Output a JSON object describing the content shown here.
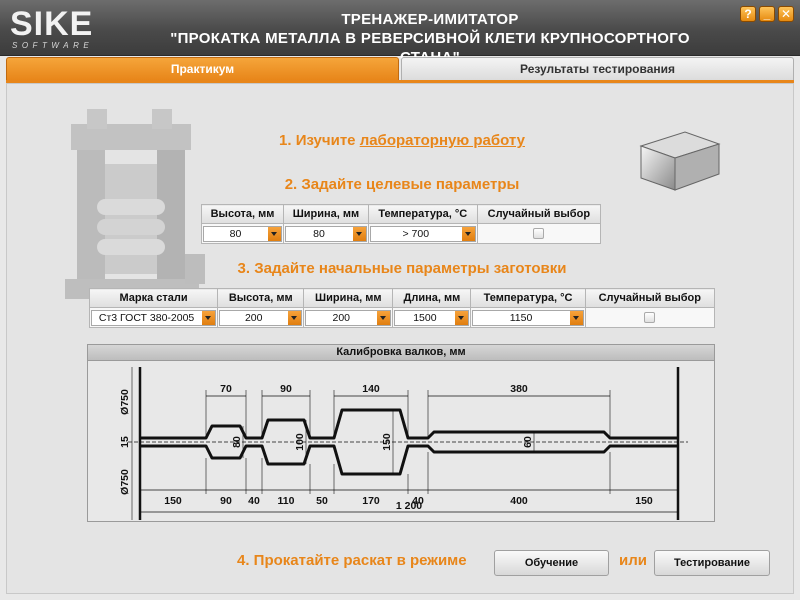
{
  "window": {
    "logo_main": "SIKE",
    "logo_sub": "SOFTWARE",
    "title_line1": "ТРЕНАЖЕР-ИМИТАТОР",
    "title_line2": "\"ПРОКАТКА МЕТАЛЛА В РЕВЕРСИВНОЙ КЛЕТИ КРУПНОСОРТНОГО СТАНА\"",
    "btn_help": "?",
    "btn_min": "_",
    "btn_close": "✕"
  },
  "tabs": [
    {
      "label": "Практикум",
      "active": true
    },
    {
      "label": "Результаты тестирования",
      "active": false
    }
  ],
  "step1": {
    "prefix": "1. Изучите ",
    "link": "лабораторную работу"
  },
  "step2": {
    "title": "2. Задайте целевые параметры",
    "headers": [
      "Высота, мм",
      "Ширина, мм",
      "Температура, °C",
      "Случайный выбор"
    ],
    "values": [
      "80",
      "80",
      "> 700"
    ]
  },
  "step3": {
    "title": "3. Задайте начальные параметры заготовки",
    "headers": [
      "Марка стали",
      "Высота, мм",
      "Ширина, мм",
      "Длина, мм",
      "Температура, °C",
      "Случайный выбор"
    ],
    "values": [
      "Ст3 ГОСТ 380-2005",
      "200",
      "200",
      "1500",
      "1150"
    ]
  },
  "diagram": {
    "title": "Калибровка валков, мм",
    "top_widths": [
      "70",
      "90",
      "140",
      "380"
    ],
    "heights": [
      "80",
      "100",
      "150",
      "60"
    ],
    "left_labels": [
      "Ø750",
      "15",
      "Ø750"
    ],
    "bottom_segments": [
      "150",
      "90",
      "40",
      "110",
      "50",
      "170",
      "40",
      "400",
      "150"
    ],
    "total": "1 200"
  },
  "step4": {
    "label": "4. Прокатайте раскат в режиме",
    "btn_train": "Обучение",
    "or": "или",
    "btn_test": "Тестирование"
  },
  "colors": {
    "accent": "#e8861a",
    "title_bg": "#4a4a4a"
  }
}
